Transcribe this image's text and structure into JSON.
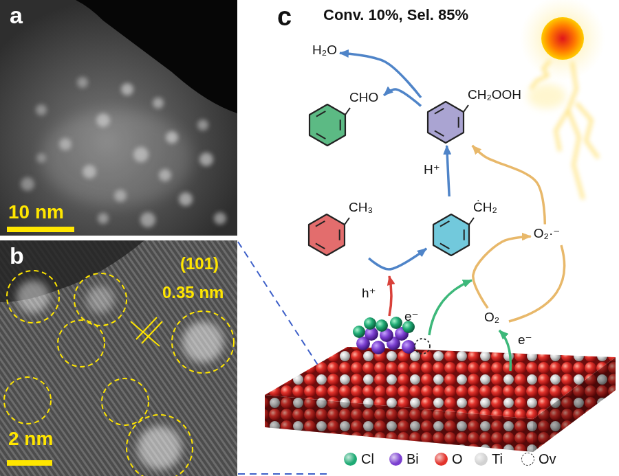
{
  "diagram": {
    "title": "Conv. 10%, Sel. 85%",
    "nodes": [
      {
        "text": [
          "H₂O"
        ]
      },
      {
        "text": [
          "CHO"
        ]
      },
      {
        "text": [
          "CH₂OOH"
        ]
      },
      {
        "text": [
          "CH₃"
        ]
      },
      {
        "text": [
          "ĊH₂"
        ]
      },
      {
        "text": [
          "O₂·⁻"
        ]
      },
      {
        "text": [
          "O₂"
        ]
      }
    ],
    "edges": [
      {
        "from": 2,
        "to": 0,
        "arrow": "to"
      },
      {
        "from": 2,
        "to": 1,
        "arrow": "to"
      },
      {
        "from": 3,
        "to": 4,
        "arrow": "to"
      },
      {
        "from": 4,
        "to": 2,
        "arrow": "to"
      },
      {
        "from": 5,
        "to": 2,
        "arrow": "to"
      },
      {
        "from": 6,
        "to": 5,
        "arrow": "to"
      }
    ],
    "labels": [
      "a",
      "10 nm",
      "b",
      "(101)",
      "0.35 nm",
      "2 nm",
      "c",
      "H⁺",
      "h⁺",
      "e⁻",
      "e⁻"
    ],
    "legend": [
      {
        "text": "Cl",
        "color": "#1faa74"
      },
      {
        "text": "Bi",
        "color": "#7b3fd0"
      },
      {
        "text": "O",
        "color": "#e2332c"
      },
      {
        "text": "Ti",
        "color": "#d2d2d2"
      },
      {
        "text": "Ov"
      }
    ]
  }
}
